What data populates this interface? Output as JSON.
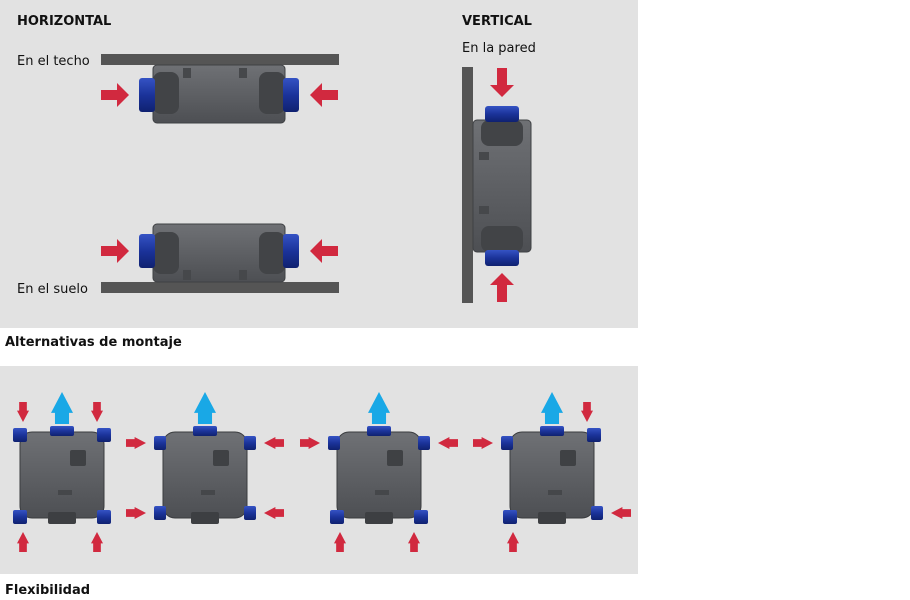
{
  "mounting": {
    "horizontal_title": "HORIZONTAL",
    "ceiling_label": "En el techo",
    "floor_label": "En el suelo",
    "vertical_title": "VERTICAL",
    "wall_label": "En la pared",
    "caption": "Alternativas de montaje"
  },
  "flexibility": {
    "caption": "Flexibilidad",
    "configurations": [
      {
        "id": "config-1",
        "inlets": [
          "top-left",
          "top-right",
          "bottom-left",
          "bottom-right"
        ],
        "outlet": "top"
      },
      {
        "id": "config-2",
        "inlets": [
          "left-upper",
          "right-upper",
          "left-lower",
          "right-lower"
        ],
        "outlet": "top"
      },
      {
        "id": "config-3",
        "inlets": [
          "left-upper",
          "right-upper",
          "bottom-left",
          "bottom-right"
        ],
        "outlet": "top"
      },
      {
        "id": "config-4",
        "inlets": [
          "left-upper",
          "top-right",
          "bottom-left",
          "right-lower"
        ],
        "outlet": "top"
      }
    ]
  },
  "colors": {
    "panel_bg": "#e2e2e2",
    "mount_surface": "#555555",
    "unit_body": "#5e6064",
    "duct_blue": "#1f3fa8",
    "inlet_arrow": "#d1293f",
    "outlet_arrow": "#19a8e6"
  }
}
